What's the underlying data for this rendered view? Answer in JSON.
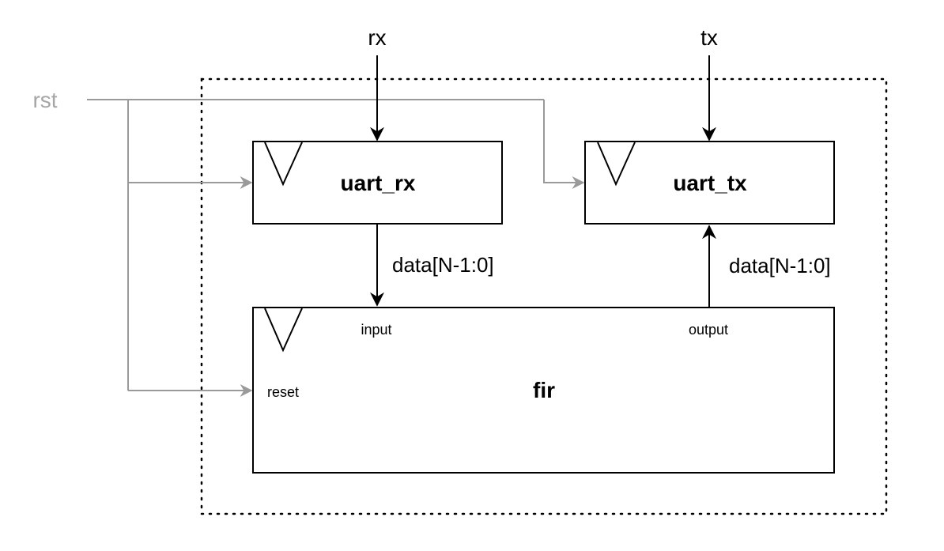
{
  "signals": {
    "rx": "rx",
    "tx": "tx",
    "rst": "rst"
  },
  "blocks": {
    "uart_rx": {
      "name": "uart_rx"
    },
    "uart_tx": {
      "name": "uart_tx"
    },
    "fir": {
      "name": "fir",
      "ports": {
        "input": "input",
        "output": "output",
        "reset": "reset"
      }
    }
  },
  "buses": {
    "rx_to_fir": "data[N-1:0]",
    "fir_to_tx": "data[N-1:0]"
  },
  "colors": {
    "primary": "#000000",
    "reset_wire": "#9a9a9a",
    "reset_label": "#a6a6a6"
  }
}
